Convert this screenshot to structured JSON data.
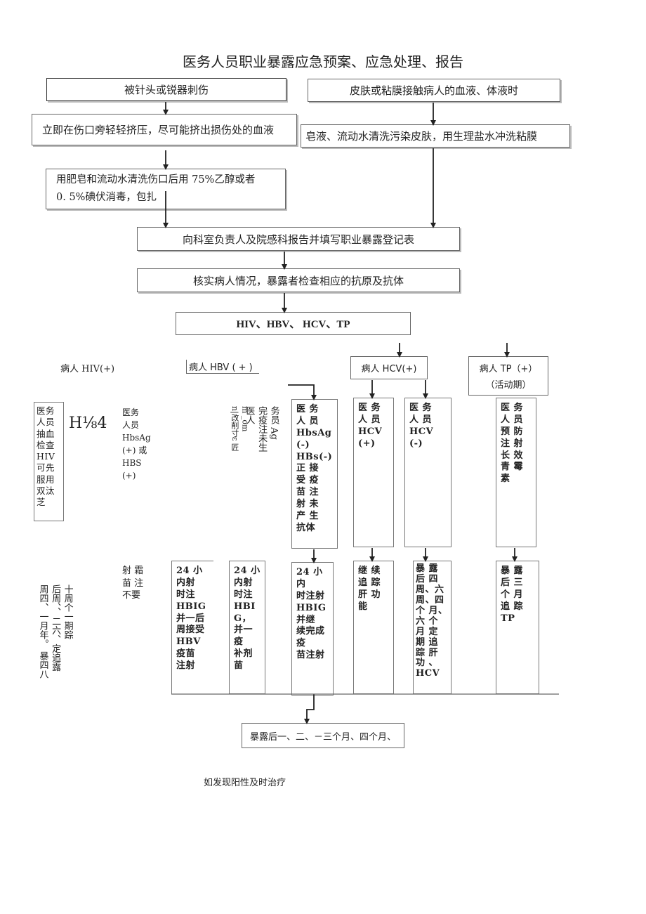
{
  "title": "医务人员职业暴露应急预案、应急处理、报告",
  "steps": {
    "needle": "被针头或锐器刺伤",
    "skin": "皮肤或粘膜接触病人的血液、体液时",
    "squeeze": "立即在伤口旁轻轻挤压，尽可能挤出损伤处的血液",
    "wash_skin": "皂液、流动水清洗污染皮肤，用生理盐水冲洗粘膜",
    "disinfect_line1": "用肥皂和流动水清洗伤口后用 75%乙醇或者",
    "disinfect_line2": "0. 5%碘伏消毒，包扎",
    "report": "向科室负责人及院感科报告并填写职业暴露登记表",
    "verify": "核实病人情况，暴露者检查相应的抗原及抗体",
    "tests": "HIV、HBV、 HCV、TP"
  },
  "branches": {
    "hiv": "病人 HIV(+)",
    "hbv": "病人 HBV ( + )",
    "hcv": "病人 HCV(+)",
    "tp_line1": "病人 TP（+）",
    "tp_line2": "（活动期）"
  },
  "level3": {
    "hiv_box": "医务\n人员\n抽血\n检查\nHIV\n可先\n服用\n双汰\n芝",
    "hiv_mark": "H⅛4",
    "hbv_pos": "医务\n人员\nHbsAg\n(+) 或\nHBS\n(+)",
    "hbv_garbled": "m _om\nn|改削寸ε 匠",
    "hbv_mid": "务员 Ag\n完疫注未生\n医人",
    "hbv_neg": "医 务\n人 员\nHbsAg\n(-)\nHBs(-)\n正 接\n受 疫\n苗 注\n射 未\n产 生\n抗体",
    "hcv_pos": "医 务\n人 员\nHCV\n(+)",
    "hcv_neg": "医 务\n人 员\nHCV\n(-)",
    "tp": "医 务\n人 员\n预 防\n注 射\n长 效\n青 霉\n素"
  },
  "level4": {
    "hiv_follow": "十周个一期踪\n后周、、二六、定追露\n周四、一月年。 暴四八",
    "hbv_no": "射  霜\n苗  注\n       不要",
    "hbig1": "24 小内射\n时注\nHBIG 并一后\n周接受\nHBV 疫苗\n注射",
    "hbig2": "24 小内射\n时注\nHBIG，并一疫\n补剂苗",
    "hbig3": "24 小内\n时注射\nHBIG 并继\n续完成疫\n苗注射",
    "hcv_pos_follow": "继 续\n追 踪\n肝 功\n能",
    "hcv_neg_follow": "暴 露\n后 四\n周、六\n周、四\n个 月、\n六 个\n月 定\n期 追\n踪 肝\n功 、\nHCV",
    "tp_follow": "暴 露\n后 三\n个 月\n追 踪\nTP"
  },
  "followup": "暴露后一、二、－三个月、四个月、",
  "conclusion": "如发现阳性及时治疗",
  "colors": {
    "border": "#666666",
    "arrow": "#222222"
  }
}
